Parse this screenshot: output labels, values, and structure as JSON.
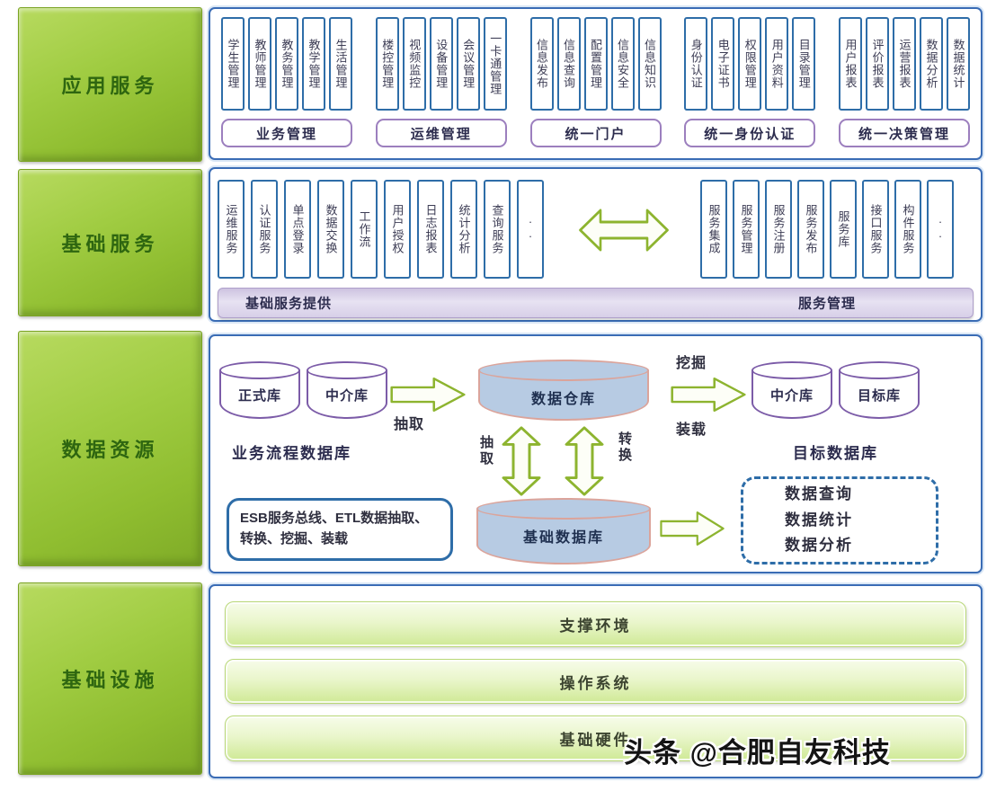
{
  "layers": [
    {
      "label": "应用服务"
    },
    {
      "label": "基础服务"
    },
    {
      "label": "数据资源"
    },
    {
      "label": "基础设施"
    }
  ],
  "app_services": {
    "groups": [
      {
        "label": "业务管理",
        "items": [
          "学生管理",
          "教师管理",
          "教务管理",
          "教学管理",
          "生活管理"
        ]
      },
      {
        "label": "运维管理",
        "items": [
          "楼控管理",
          "视频监控",
          "设备管理",
          "会议管理",
          "一卡通管理"
        ]
      },
      {
        "label": "统一门户",
        "items": [
          "信息发布",
          "信息查询",
          "配置管理",
          "信息安全",
          "信息知识"
        ]
      },
      {
        "label": "统一身份认证",
        "items": [
          "身份认证",
          "电子证书",
          "权限管理",
          "用户资料",
          "目录管理"
        ]
      },
      {
        "label": "统一决策管理",
        "items": [
          "用户报表",
          "评价报表",
          "运营报表",
          "数据分析",
          "数据统计"
        ]
      }
    ]
  },
  "basic_services": {
    "provider_items": [
      "运维服务",
      "认证服务",
      "单点登录",
      "数据交换",
      "工作流",
      "用户授权",
      "日志报表",
      "统计分析",
      "查询服务",
      "··"
    ],
    "management_items": [
      "服务集成",
      "服务管理",
      "服务注册",
      "服务发布",
      "服务库",
      "接口服务",
      "构件服务",
      "··"
    ],
    "provider_bar_label": "基础服务提供",
    "management_bar_label": "服务管理"
  },
  "data_resources": {
    "source_databases": [
      "正式库",
      "中介库"
    ],
    "source_group_label": "业务流程数据库",
    "extract_label": "抽取",
    "warehouse_label": "数据仓库",
    "mine_label": "挖掘",
    "load_label": "装载",
    "target_databases": [
      "中介库",
      "目标库"
    ],
    "target_group_label": "目标数据库",
    "etl_extract_label": "抽取",
    "etl_transform_label": "转换",
    "esb_note": "ESB服务总线、ETL数据抽取、转换、挖掘、装载",
    "base_database_label": "基础数据库",
    "analysis_items": [
      "数据查询",
      "数据统计",
      "数据分析"
    ]
  },
  "infrastructure": {
    "bars": [
      "支撑环境",
      "操作系统",
      "基础硬件"
    ]
  },
  "watermark": "头条 @合肥自友科技"
}
